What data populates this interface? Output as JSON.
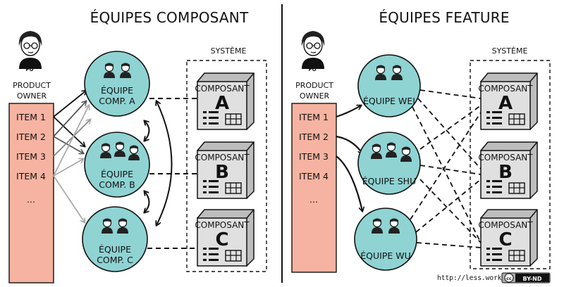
{
  "left": {
    "title": "ÉQUIPES COMPOSANT",
    "po_line1": "PRODUCT",
    "po_line2": "OWNER",
    "po_badge": "PO",
    "items": [
      "ITEM 1",
      "ITEM 2",
      "ITEM 3",
      "ITEM 4",
      "..."
    ],
    "system_label": "SYSTÈME",
    "teams": [
      {
        "line1": "ÉQUIPE",
        "line2": "COMP. A"
      },
      {
        "line1": "ÉQUIPE",
        "line2": "COMP. B"
      },
      {
        "line1": "ÉQUIPE",
        "line2": "COMP. C"
      }
    ],
    "components": [
      {
        "label": "COMPOSANT",
        "letter": "A"
      },
      {
        "label": "COMPOSANT",
        "letter": "B"
      },
      {
        "label": "COMPOSANT",
        "letter": "C"
      }
    ]
  },
  "right": {
    "title": "ÉQUIPES FEATURE",
    "po_line1": "PRODUCT",
    "po_line2": "OWNER",
    "po_badge": "PO",
    "items": [
      "ITEM 1",
      "ITEM 2",
      "ITEM 3",
      "ITEM 4",
      "..."
    ],
    "system_label": "SYSTÈME",
    "teams": [
      {
        "line1": "ÉQUIPE WEI"
      },
      {
        "line1": "ÉQUIPE SHU"
      },
      {
        "line1": "ÉQUIPE WU"
      }
    ],
    "components": [
      {
        "label": "COMPOSANT",
        "letter": "A"
      },
      {
        "label": "COMPOSANT",
        "letter": "B"
      },
      {
        "label": "COMPOSANT",
        "letter": "C"
      }
    ]
  },
  "footer": {
    "url": "http://less.works",
    "license_cc": "cc",
    "license": "BY-ND"
  },
  "colors": {
    "team_circle": "#8fd3d3",
    "backlog": "#f6b3a1",
    "component_box": "#dddddd"
  }
}
